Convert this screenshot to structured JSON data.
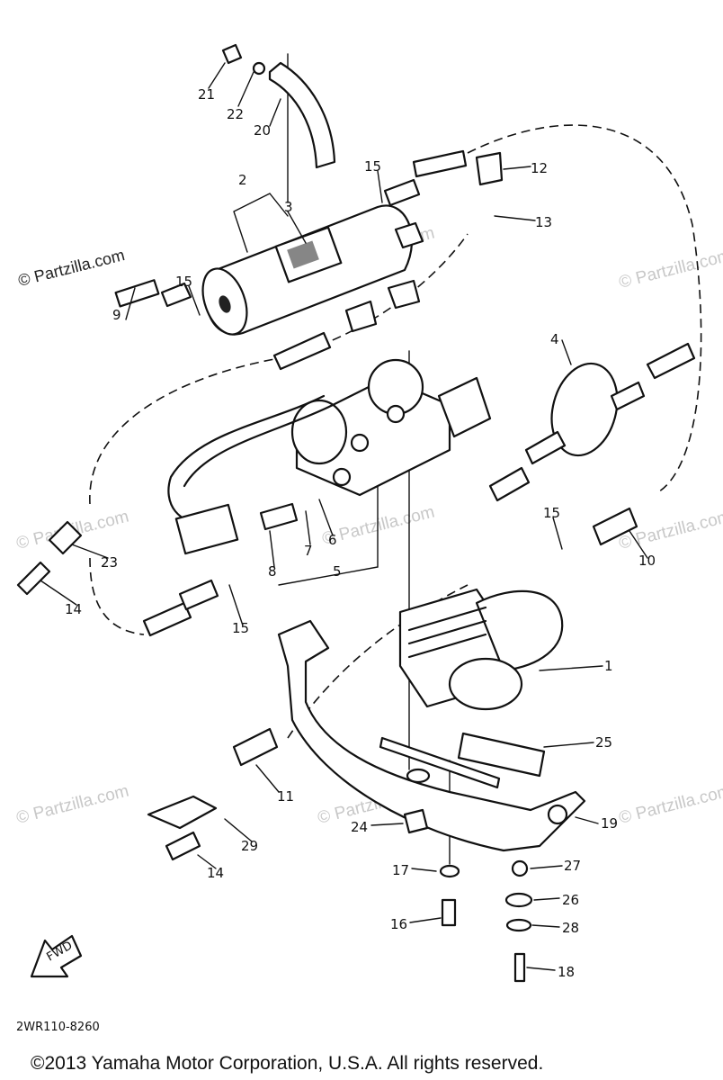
{
  "watermark": "© Partzilla.com",
  "diagram_code": "2WR110-8260",
  "direction_label": "FWD",
  "copyright": "©2013  Yamaha Motor Corporation, U.S.A. All rights reserved.",
  "callouts": [
    "1",
    "2",
    "3",
    "4",
    "5",
    "6",
    "7",
    "8",
    "9",
    "10",
    "11",
    "12",
    "13",
    "14",
    "15",
    "16",
    "17",
    "18",
    "19",
    "20",
    "21",
    "22",
    "23",
    "24",
    "25",
    "26",
    "27",
    "28",
    "29"
  ]
}
